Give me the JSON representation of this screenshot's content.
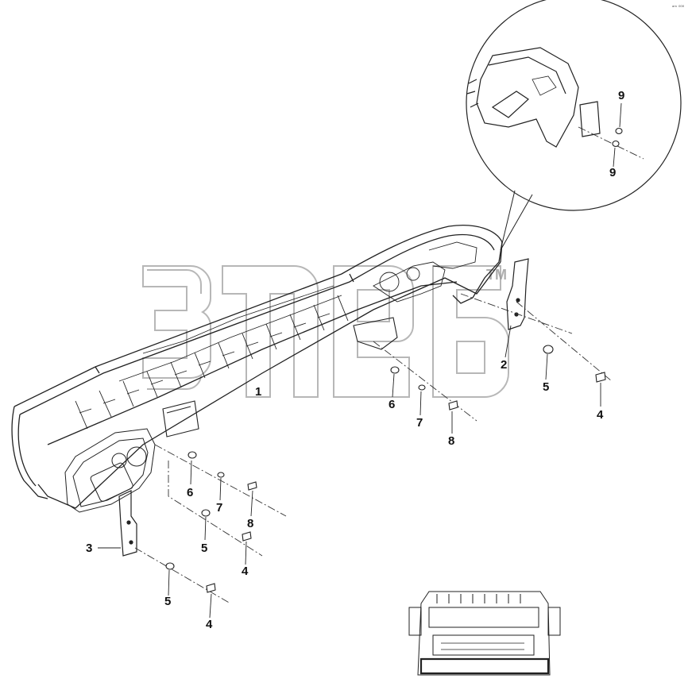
{
  "corner_mark": "ᵃᵐ ⁰⁰⁰",
  "watermark": {
    "trademark": "TM"
  },
  "callouts": [
    {
      "id": "c1",
      "text": "1"
    },
    {
      "id": "c2",
      "text": "2"
    },
    {
      "id": "c3",
      "text": "3"
    },
    {
      "id": "c4a",
      "text": "4"
    },
    {
      "id": "c4b",
      "text": "4"
    },
    {
      "id": "c4c",
      "text": "4"
    },
    {
      "id": "c5a",
      "text": "5"
    },
    {
      "id": "c5b",
      "text": "5"
    },
    {
      "id": "c5c",
      "text": "5"
    },
    {
      "id": "c6a",
      "text": "6"
    },
    {
      "id": "c6b",
      "text": "6"
    },
    {
      "id": "c7a",
      "text": "7"
    },
    {
      "id": "c7b",
      "text": "7"
    },
    {
      "id": "c8a",
      "text": "8"
    },
    {
      "id": "c8b",
      "text": "8"
    },
    {
      "id": "c9a",
      "text": "9"
    },
    {
      "id": "c9b",
      "text": "9"
    }
  ],
  "colors": {
    "line": "#222222",
    "watermark": "#9a9a9a",
    "background": "#ffffff"
  }
}
